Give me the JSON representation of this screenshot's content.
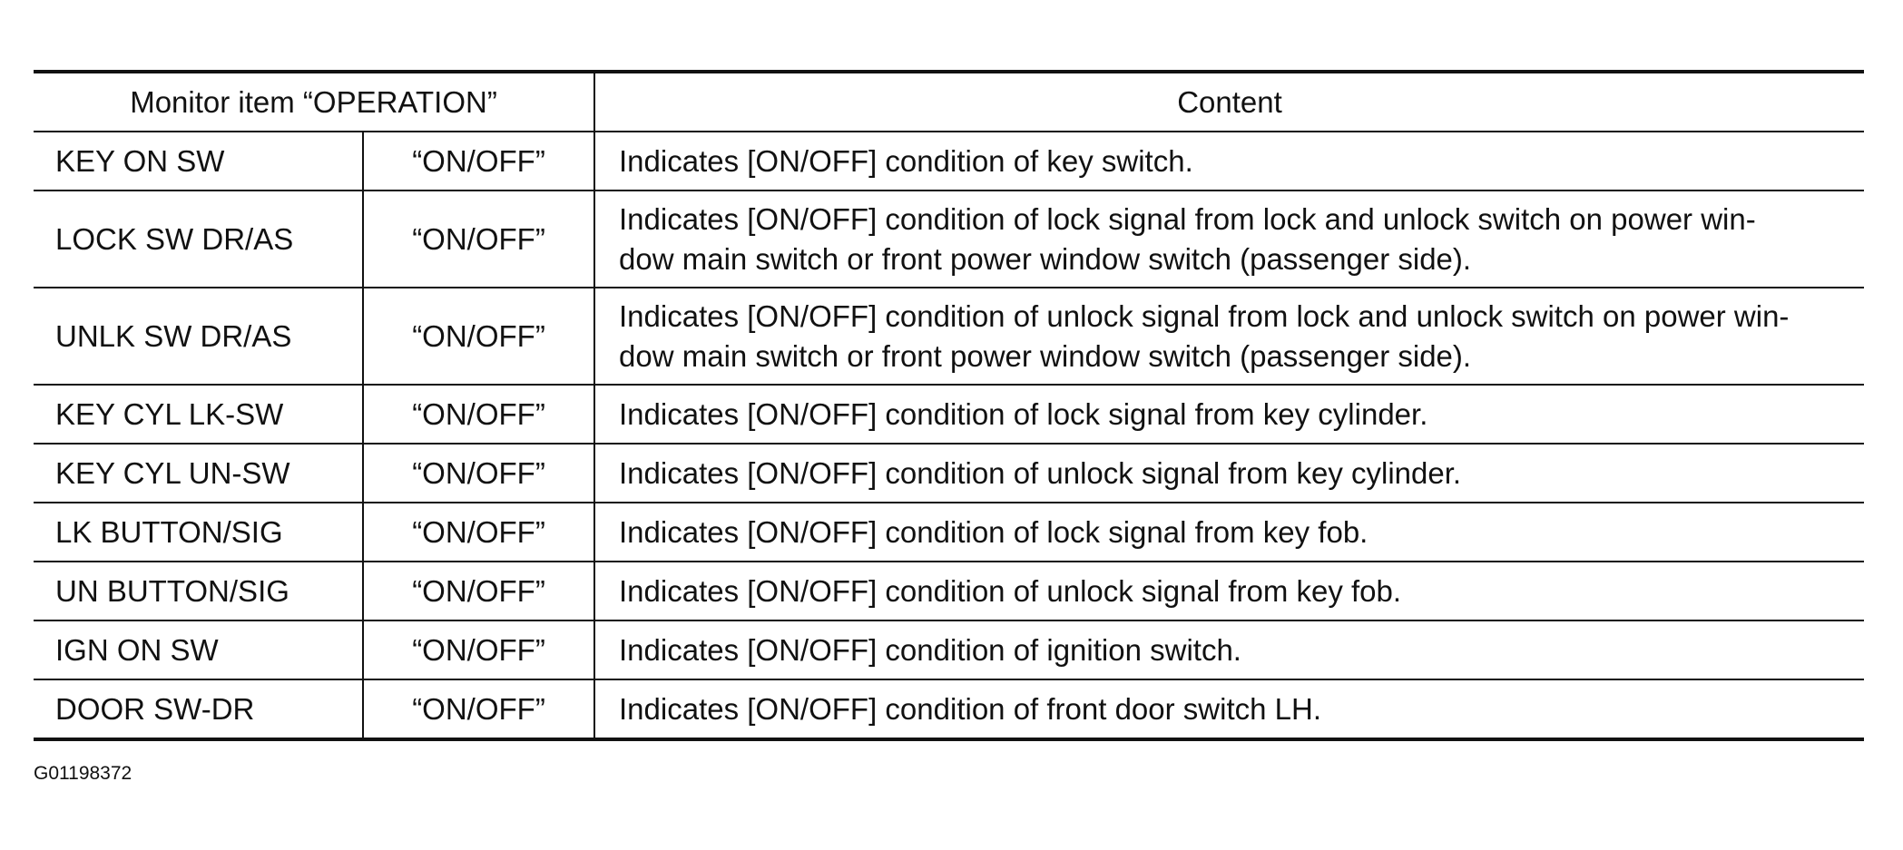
{
  "table": {
    "header": {
      "item": "Monitor item “OPERATION”",
      "content": "Content"
    },
    "rows": [
      {
        "item": "KEY ON SW",
        "value": "“ON/OFF”",
        "content": "Indicates [ON/OFF] condition of key switch."
      },
      {
        "item": "LOCK SW DR/AS",
        "value": "“ON/OFF”",
        "content": "Indicates [ON/OFF] condition of lock signal from lock and unlock switch on power win-dow main switch or front power window switch (passenger side)."
      },
      {
        "item": "UNLK SW DR/AS",
        "value": "“ON/OFF”",
        "content": "Indicates [ON/OFF] condition of unlock signal from lock and unlock switch on power win-dow main switch or front power window switch (passenger side)."
      },
      {
        "item": "KEY CYL LK-SW",
        "value": "“ON/OFF”",
        "content": "Indicates [ON/OFF] condition of lock signal from key cylinder."
      },
      {
        "item": "KEY CYL UN-SW",
        "value": "“ON/OFF”",
        "content": "Indicates [ON/OFF] condition of unlock signal from key cylinder."
      },
      {
        "item": "LK BUTTON/SIG",
        "value": "“ON/OFF”",
        "content": "Indicates [ON/OFF] condition of lock signal from key fob."
      },
      {
        "item": "UN BUTTON/SIG",
        "value": "“ON/OFF”",
        "content": "Indicates [ON/OFF] condition of unlock signal from key fob."
      },
      {
        "item": "IGN ON SW",
        "value": "“ON/OFF”",
        "content": "Indicates [ON/OFF] condition of ignition switch."
      },
      {
        "item": "DOOR SW-DR",
        "value": "“ON/OFF”",
        "content": "Indicates [ON/OFF] condition of front door switch LH."
      }
    ]
  },
  "figure_id": "G01198372"
}
